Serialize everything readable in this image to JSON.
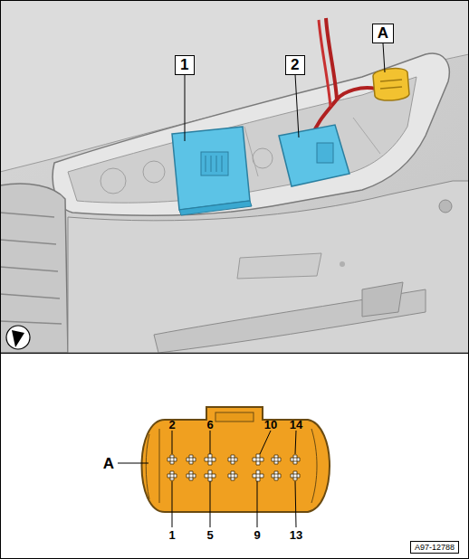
{
  "diagram": {
    "nodes": [
      {
        "text": [
          "1"
        ]
      },
      {
        "text": [
          "2"
        ]
      },
      {
        "text": [
          "A"
        ]
      },
      {
        "text": [
          "A97-12788"
        ]
      }
    ],
    "labels": [
      "2",
      "6",
      "10",
      "14",
      "A",
      "1",
      "5",
      "9",
      "13"
    ]
  }
}
